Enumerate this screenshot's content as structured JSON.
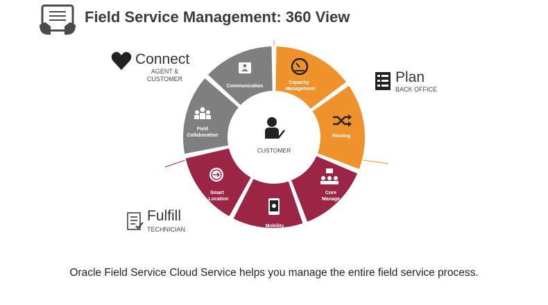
{
  "title": "Field Service Management: 360 View",
  "groups": {
    "connect": {
      "title": "Connect",
      "sub1": "AGENT &",
      "sub2": "CUSTOMER"
    },
    "plan": {
      "title": "Plan",
      "sub": "BACK OFFICE"
    },
    "fulfill": {
      "title": "Fulfill",
      "sub": "TECHNICIAN"
    }
  },
  "wheel": {
    "center": "CUSTOMER",
    "segments": {
      "communication": "Communication",
      "capacity1": "Capacity",
      "capacity2": "Management",
      "routing": "Routing",
      "core1": "Core",
      "core2": "Manage",
      "mobility": "Mobility",
      "smart1": "Smart",
      "smart2": "Location",
      "field1": "Field",
      "field2": "Collaboration"
    },
    "colors": {
      "connect": "#7f7f7f",
      "plan": "#f0922b",
      "fulfill": "#9c2545"
    }
  },
  "caption": "Oracle Field Service Cloud Service helps you manage the entire field service process."
}
